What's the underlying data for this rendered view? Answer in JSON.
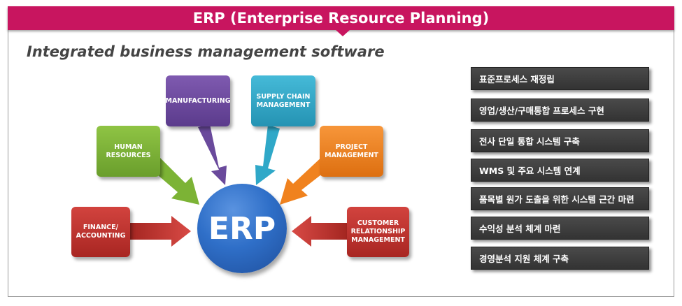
{
  "header": {
    "title": "ERP (Enterprise Resource Planning)"
  },
  "subtitle": "Integrated business management software",
  "diagram": {
    "center": "ERP",
    "modules": [
      {
        "label": "FINANCE/\nACCOUNTING",
        "color": "#c0302e"
      },
      {
        "label": "HUMAN\nRESOURCES",
        "color": "#7cb335"
      },
      {
        "label": "MANUFACTURING",
        "color": "#6a4a9c"
      },
      {
        "label": "SUPPLY CHAIN\nMANAGEMENT",
        "color": "#2fa8c8"
      },
      {
        "label": "PROJECT\nMANAGEMENT",
        "color": "#f0821e"
      },
      {
        "label": "CUSTOMER\nRELATIONSHIP\nMANAGEMENT",
        "color": "#c0302e"
      }
    ]
  },
  "tasks": [
    "표준프로세스 재정립",
    "영업/생산/구매통합 프로세스 구현",
    "전사 단일 통합 시스템 구축",
    "WMS 및 주요 시스템 연계",
    "품목별 원가 도출을 위한 시스템 근간 마련",
    "수익성 분석 체계 마련",
    "경영분석 지원 체계 구축"
  ]
}
